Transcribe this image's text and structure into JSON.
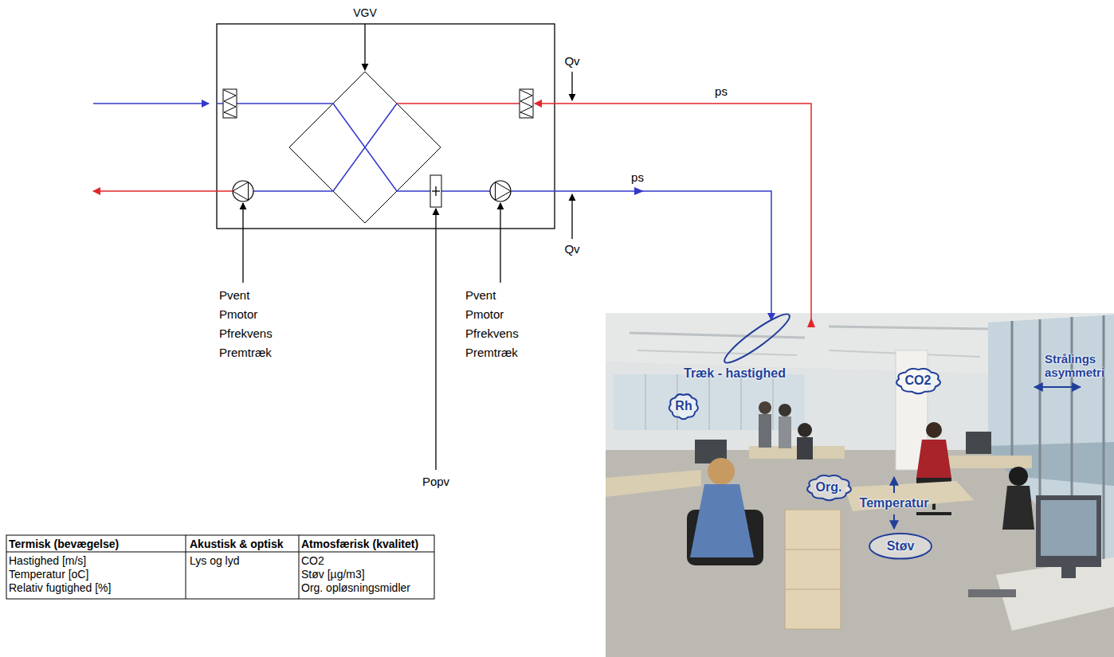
{
  "diagram": {
    "nodes": [
      {
        "text": [
          "Rh"
        ]
      },
      {
        "text": [
          "CO2"
        ]
      },
      {
        "text": [
          "Org."
        ]
      },
      {
        "text": [
          "Støv"
        ]
      }
    ],
    "labels": [
      "VGV",
      "Qv",
      "ps",
      "ps",
      "Qv",
      "Pvent",
      "Pmotor",
      "Pfrekvens",
      "Premtræk",
      "Pvent",
      "Pmotor",
      "Pfrekvens",
      "Premtræk",
      "Popv",
      "Termisk (bevægelse)",
      "Akustisk & optisk",
      "Atmosfærisk (kvalitet)",
      "Hastighed [m/s]",
      "Lys og lyd",
      "CO2",
      "Temperatur [oC]",
      "Støv [µg/m3]",
      "Relativ fugtighed [%]",
      "Org. opløsningsmidler",
      "Træk - hastighed",
      "Temperatur",
      "Strålings asymmetri"
    ]
  }
}
